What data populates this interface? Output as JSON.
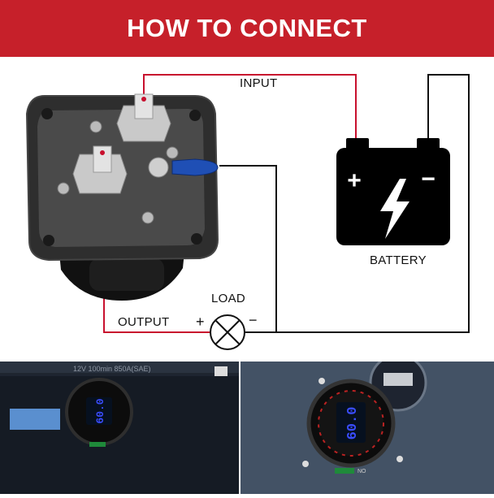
{
  "header": {
    "title": "HOW TO CONNECT"
  },
  "diagram": {
    "input_label": "INPUT",
    "battery_label": "BATTERY",
    "load_label": "LOAD",
    "output_label": "OUTPUT",
    "plus_sign": "+",
    "minus_sign": "−",
    "battery_plus": "+",
    "battery_minus": "−"
  },
  "photos": {
    "display_value_left": "60.0",
    "display_value_right": "60.0",
    "battery_top_text": "12V 100min 850A(SAE)",
    "onoff_label": "NO"
  },
  "colors": {
    "banner": "#c6202a",
    "wire_red": "#c8102e",
    "wire_black": "#111111",
    "photo_bg": "#2b3a4d",
    "display_blue": "#3a4dff"
  }
}
